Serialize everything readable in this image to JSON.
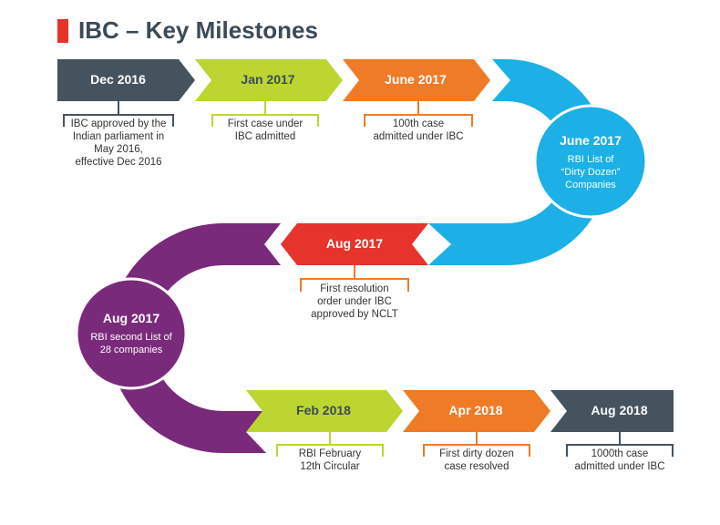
{
  "title": "IBC – Key Milestones",
  "colors": {
    "title_bar": "#e8332a",
    "slate": "#45535e",
    "lime": "#bdd531",
    "orange": "#f07b26",
    "cyan": "#1cb0e6",
    "red": "#e6332b",
    "purple": "#7a2a7a"
  },
  "milestones": {
    "m1": {
      "date": "Dec 2016",
      "text": [
        "IBC approved by the",
        "Indian parliament in",
        "May 2016,",
        "effective Dec 2016"
      ]
    },
    "m2": {
      "date": "Jan 2017",
      "text": [
        "First case under",
        "IBC admitted"
      ]
    },
    "m3": {
      "date": "June 2017",
      "text": [
        "100th case",
        "admitted under IBC"
      ]
    },
    "m4": {
      "date": "June 2017",
      "text": [
        "RBI List of",
        "“Dirty Dozen”",
        "Companies"
      ]
    },
    "m5": {
      "date": "Aug 2017",
      "text": [
        "First resolution",
        "order under IBC",
        "approved by NCLT"
      ]
    },
    "m6": {
      "date": "Aug 2017",
      "text": [
        "RBI second List of",
        "28 companies"
      ]
    },
    "m7": {
      "date": "Feb 2018",
      "text": [
        "RBI February",
        "12th Circular"
      ]
    },
    "m8": {
      "date": "Apr 2018",
      "text": [
        "First dirty dozen",
        "case resolved"
      ]
    },
    "m9": {
      "date": "Aug 2018",
      "text": [
        "1000th case",
        "admitted under IBC"
      ]
    }
  }
}
